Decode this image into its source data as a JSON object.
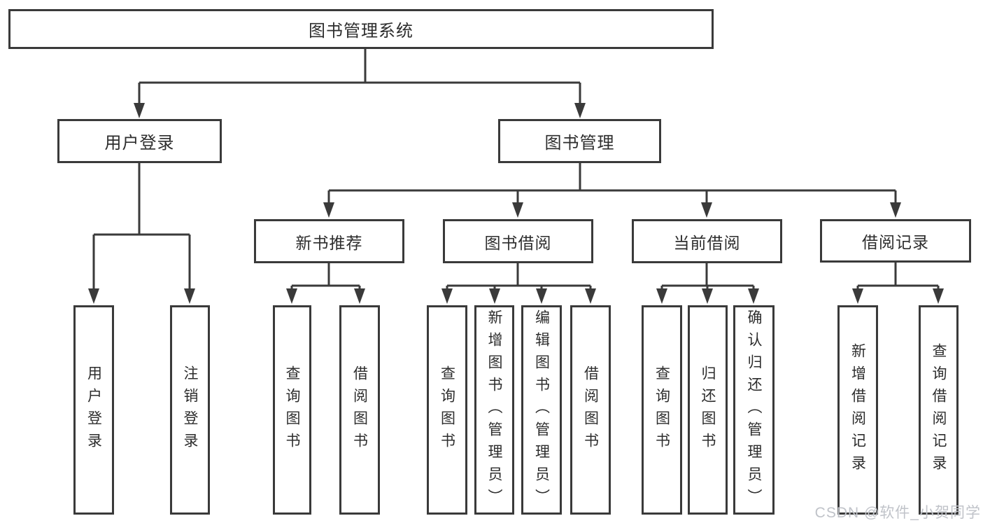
{
  "diagram": {
    "root": {
      "label": "图书管理系统"
    },
    "level2": [
      {
        "label": "用户登录",
        "parent": "图书管理系统"
      },
      {
        "label": "图书管理",
        "parent": "图书管理系统"
      }
    ],
    "level3": [
      {
        "label": "新书推荐",
        "parent": "图书管理"
      },
      {
        "label": "图书借阅",
        "parent": "图书管理"
      },
      {
        "label": "当前借阅",
        "parent": "图书管理"
      },
      {
        "label": "借阅记录",
        "parent": "图书管理"
      }
    ],
    "leaves": [
      {
        "label": "用户登录",
        "parent": "用户登录"
      },
      {
        "label": "注销登录",
        "parent": "用户登录"
      },
      {
        "label": "查询图书",
        "parent": "新书推荐"
      },
      {
        "label": "借阅图书",
        "parent": "新书推荐"
      },
      {
        "label": "查询图书",
        "parent": "图书借阅"
      },
      {
        "label": "新增图书（管理员）",
        "parent": "图书借阅"
      },
      {
        "label": "编辑图书（管理员）",
        "parent": "图书借阅"
      },
      {
        "label": "借阅图书",
        "parent": "图书借阅"
      },
      {
        "label": "查询图书",
        "parent": "当前借阅"
      },
      {
        "label": "归还图书",
        "parent": "当前借阅"
      },
      {
        "label": "确认归还（管理员）",
        "parent": "当前借阅"
      },
      {
        "label": "新增借阅记录",
        "parent": "借阅记录"
      },
      {
        "label": "查询借阅记录",
        "parent": "借阅记录"
      }
    ]
  },
  "watermark": {
    "text": "CSDN @软件_小贺同学",
    "color": "#c0c3c9"
  },
  "colors": {
    "line": "#3a3a3a",
    "box_border": "#3a3a3a",
    "text": "#2d2d2d",
    "background": "#ffffff"
  }
}
